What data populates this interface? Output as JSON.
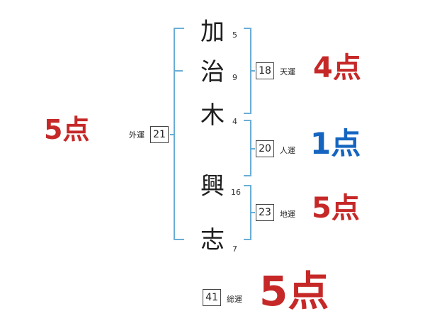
{
  "name_chars": [
    {
      "char": "加",
      "strokes": "5"
    },
    {
      "char": "治",
      "strokes": "9"
    },
    {
      "char": "木",
      "strokes": "4"
    },
    {
      "char": "興",
      "strokes": "16"
    },
    {
      "char": "志",
      "strokes": "7"
    }
  ],
  "fortunes": {
    "ten": {
      "value": "18",
      "label": "天運",
      "score": "4点",
      "color": "#c62828"
    },
    "jin": {
      "value": "20",
      "label": "人運",
      "score": "1点",
      "color": "#1565c0"
    },
    "chi": {
      "value": "23",
      "label": "地運",
      "score": "5点",
      "color": "#c62828"
    },
    "gai": {
      "value": "21",
      "label": "外運",
      "score": "5点",
      "color": "#c62828"
    },
    "sou": {
      "value": "41",
      "label": "総運",
      "score": "5点",
      "color": "#c62828"
    }
  },
  "colors": {
    "bracket": "#6aaed6"
  }
}
